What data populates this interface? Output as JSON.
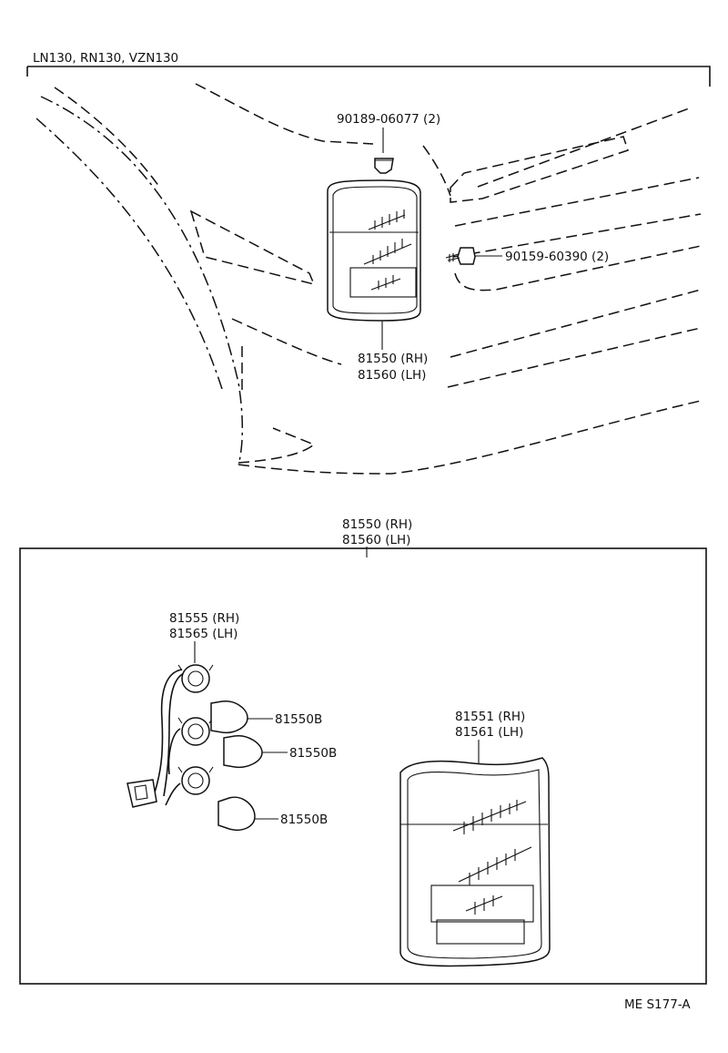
{
  "upper": {
    "model_label": "LN130, RN130, VZN130",
    "clip_part": "90189-06077 (2)",
    "screw_part": "90159-60390 (2)",
    "lamp_rh": "81550 (RH)",
    "lamp_lh": "81560 (LH)"
  },
  "lower": {
    "assy_rh": "81550 (RH)",
    "assy_lh": "81560 (LH)",
    "socket_rh": "81555 (RH)",
    "socket_lh": "81565 (LH)",
    "bulbs": [
      "81550B",
      "81550B",
      "81550B"
    ],
    "lens_rh": "81551 (RH)",
    "lens_lh": "81561 (LH)"
  },
  "footer": {
    "code": "ME S177-A"
  }
}
